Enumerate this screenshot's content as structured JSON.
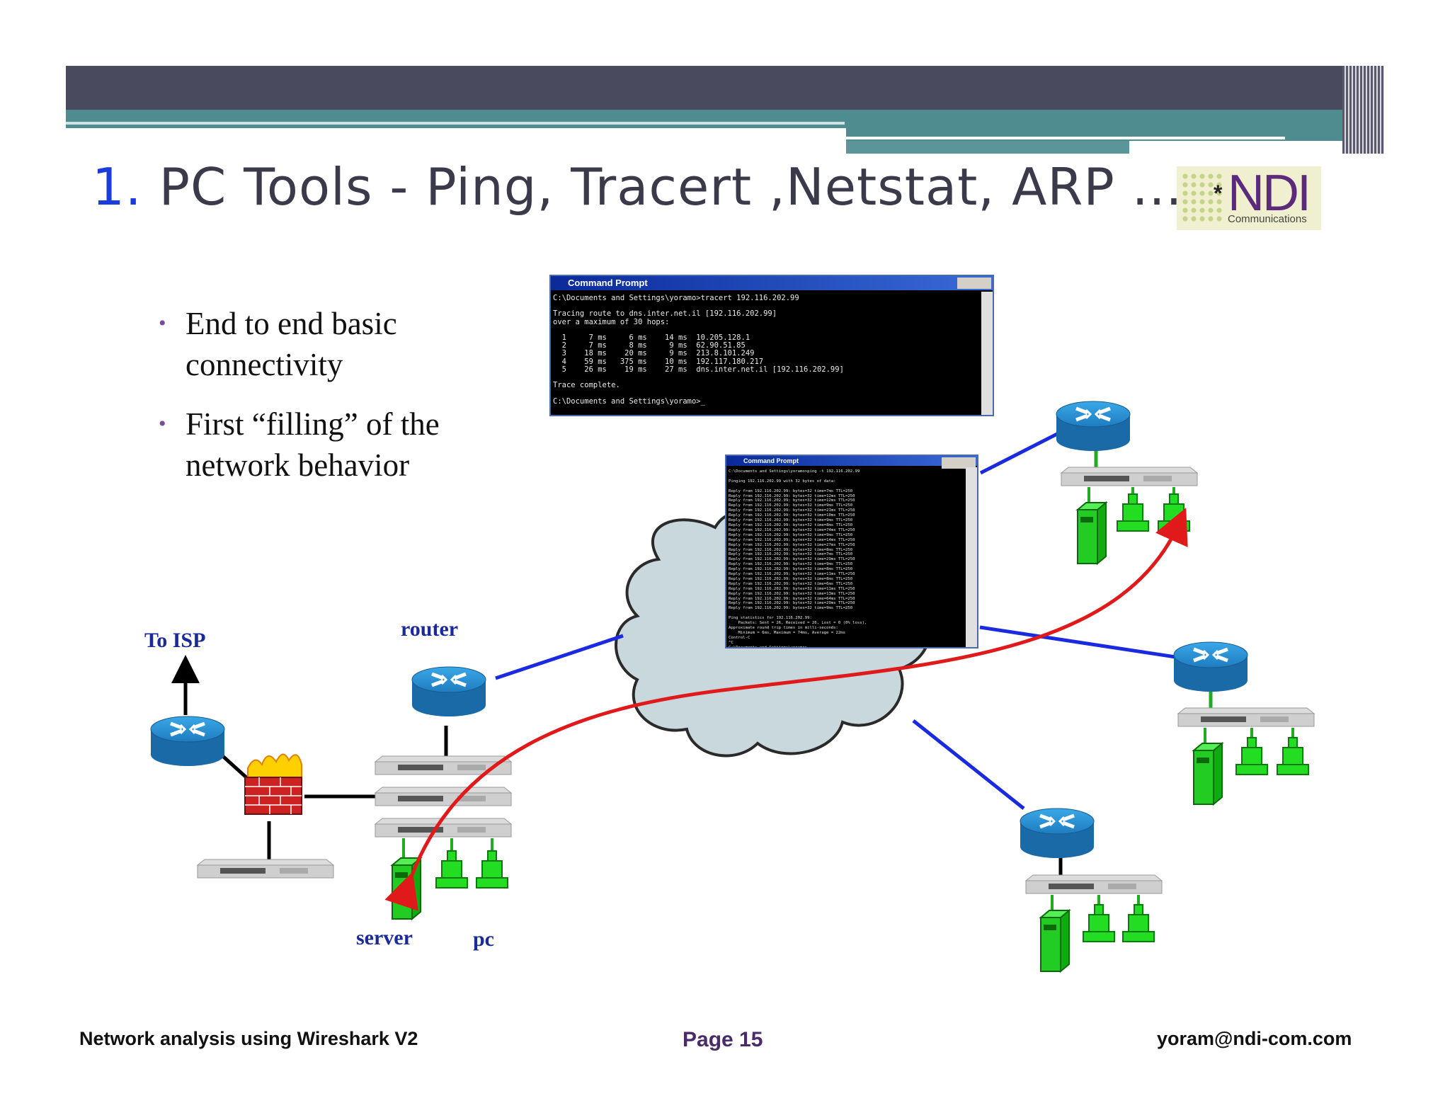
{
  "header": {
    "title_number": "1.",
    "title_text": "PC Tools - Ping, Tracert ,Netstat, ARP ....."
  },
  "logo": {
    "brand": "NDI",
    "asterisk": "*",
    "subtitle": "Communications"
  },
  "bullets": [
    {
      "line1": "End to end basic",
      "line2": "connectivity"
    },
    {
      "line1": "First “filling” of the",
      "line2": "network behavior"
    }
  ],
  "cmd_tracert": {
    "title": "Command Prompt",
    "text": "C:\\Documents and Settings\\yoramo>tracert 192.116.202.99\n\nTracing route to dns.inter.net.il [192.116.202.99]\nover a maximum of 30 hops:\n\n  1     7 ms     6 ms    14 ms  10.205.128.1\n  2     7 ms     8 ms     9 ms  62.90.51.85\n  3    18 ms    20 ms     9 ms  213.8.101.249\n  4    59 ms   375 ms    10 ms  192.117.180.217\n  5    26 ms    19 ms    27 ms  dns.inter.net.il [192.116.202.99]\n\nTrace complete.\n\nC:\\Documents and Settings\\yoramo>_"
  },
  "cmd_ping": {
    "title": "Command Prompt",
    "text": "C:\\Documents and Settings\\yoramo>ping -t 192.116.202.99\n\nPinging 192.116.202.99 with 32 bytes of data:\n\nReply from 192.116.202.99: bytes=32 time=7ms TTL=250\nReply from 192.116.202.99: bytes=32 time=12ms TTL=250\nReply from 192.116.202.99: bytes=32 time=12ms TTL=250\nReply from 192.116.202.99: bytes=32 time=9ms TTL=250\nReply from 192.116.202.99: bytes=32 time=21ms TTL=250\nReply from 192.116.202.99: bytes=32 time=10ms TTL=250\nReply from 192.116.202.99: bytes=32 time=9ms TTL=250\nReply from 192.116.202.99: bytes=32 time=8ms TTL=250\nReply from 192.116.202.99: bytes=32 time=74ms TTL=250\nReply from 192.116.202.99: bytes=32 time=9ms TTL=250\nReply from 192.116.202.99: bytes=32 time=14ms TTL=250\nReply from 192.116.202.99: bytes=32 time=27ms TTL=250\nReply from 192.116.202.99: bytes=32 time=8ms TTL=250\nReply from 192.116.202.99: bytes=32 time=7ms TTL=250\nReply from 192.116.202.99: bytes=32 time=29ms TTL=250\nReply from 192.116.202.99: bytes=32 time=9ms TTL=250\nReply from 192.116.202.99: bytes=32 time=8ms TTL=250\nReply from 192.116.202.99: bytes=32 time=11ms TTL=250\nReply from 192.116.202.99: bytes=32 time=8ms TTL=250\nReply from 192.116.202.99: bytes=32 time=6ms TTL=250\nReply from 192.116.202.99: bytes=32 time=11ms TTL=250\nReply from 192.116.202.99: bytes=32 time=13ms TTL=250\nReply from 192.116.202.99: bytes=32 time=64ms TTL=250\nReply from 192.116.202.99: bytes=32 time=29ms TTL=250\nReply from 192.116.202.99: bytes=32 time=9ms TTL=250\n\nPing statistics for 192.116.202.99:\n    Packets: Sent = 26, Received = 26, Lost = 0 (0% loss),\nApproximate round trip times in milli-seconds:\n    Minimum = 6ms, Maximum = 74ms, Average = 22ms\nControl-C\n^C\nC:\\Documents and Settings\\yoramo>"
  },
  "diagram_labels": {
    "to_isp": "To ISP",
    "router": "router",
    "server": "server",
    "pc": "pc"
  },
  "colors": {
    "link_blue": "#1a2ae0",
    "path_red": "#e01a1a",
    "host_green": "#22dd22",
    "cloud": "#c8d8dc",
    "router_blue": "#1e8cd0"
  },
  "footer": {
    "left": "Network analysis using Wireshark V2",
    "center": "Page 15",
    "right": "yoram@ndi-com.com"
  }
}
